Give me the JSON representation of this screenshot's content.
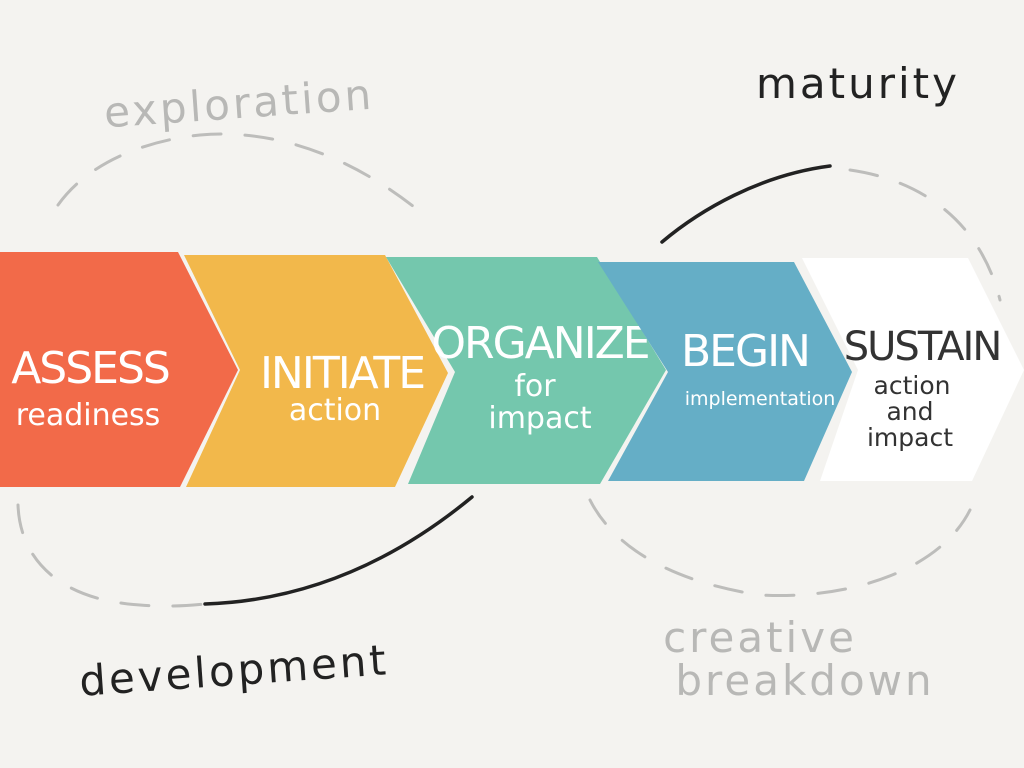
{
  "phases": {
    "exploration": "exploration",
    "maturity": "maturity",
    "development": "development",
    "creative_line1": "creative",
    "creative_line2": "breakdown"
  },
  "steps": [
    {
      "title": "ASSESS",
      "lines": [
        "readiness"
      ],
      "color": "#f26a49"
    },
    {
      "title": "INITIATE",
      "lines": [
        "action"
      ],
      "color": "#f2b84b"
    },
    {
      "title": "ORGANIZE",
      "lines": [
        "for",
        "impact"
      ],
      "color": "#74c7ad"
    },
    {
      "title": "BEGIN",
      "lines": [
        "implementation"
      ],
      "color": "#65aec6"
    },
    {
      "title": "SUSTAIN",
      "lines": [
        "action",
        "and",
        "impact"
      ],
      "color": "#ffffff"
    }
  ],
  "colors": {
    "background": "#f4f3f0",
    "dashed_loop": "#bdbdbb",
    "solid_curve": "#222222"
  },
  "icons": [
    "dashed-loop-icon",
    "solid-curve-icon"
  ]
}
